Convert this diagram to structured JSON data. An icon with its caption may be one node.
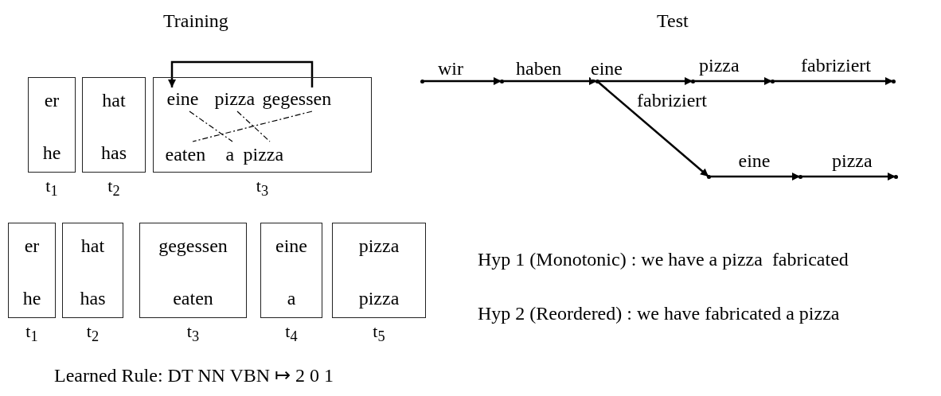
{
  "diagram": {
    "nodes": [
      {
        "text": [
          "er",
          "he"
        ],
        "beside": [
          "t$_{1}$"
        ]
      },
      {
        "text": [
          "hat",
          "has"
        ],
        "beside": [
          "t$_{2}$"
        ]
      },
      {
        "text": [],
        "shape": "box",
        "beside": [
          "t$_{3}$"
        ]
      },
      {
        "text": [
          "eine"
        ],
        "in": 2
      },
      {
        "text": [
          "pizza"
        ],
        "in": 2
      },
      {
        "text": [
          "gegessen"
        ],
        "in": 2
      },
      {
        "text": [
          "eaten"
        ],
        "in": 2
      },
      {
        "text": [
          "a"
        ],
        "in": 2
      },
      {
        "text": [
          "pizza"
        ],
        "in": 2
      },
      {
        "text": [
          "er",
          "he"
        ],
        "beside": [
          "t$_{1}$"
        ]
      },
      {
        "text": [
          "hat",
          "has"
        ],
        "beside": [
          "t$_{2}$"
        ]
      },
      {
        "text": [
          "gegessen",
          "eaten"
        ],
        "beside": [
          "t$_{3}$"
        ]
      },
      {
        "text": [
          "eine",
          "a"
        ],
        "beside": [
          "t$_{4}$"
        ]
      },
      {
        "text": [
          "pizza",
          "pizza"
        ],
        "beside": [
          "t$_{5}$"
        ]
      },
      {
        "text": [],
        "shape": "point"
      },
      {
        "text": [],
        "shape": "point"
      },
      {
        "text": [],
        "shape": "point"
      },
      {
        "text": [],
        "shape": "point"
      },
      {
        "text": [],
        "shape": "point"
      },
      {
        "text": [],
        "shape": "point"
      },
      {
        "text": [],
        "shape": "point"
      },
      {
        "text": [],
        "shape": "point"
      },
      {
        "text": [],
        "shape": "point"
      }
    ],
    "edges": [
      {
        "from": 5,
        "to": 3,
        "arrow": "to"
      },
      {
        "from": 3,
        "to": 7,
        "arrow": "none",
        "style": "dashed"
      },
      {
        "from": 4,
        "to": 8,
        "arrow": "none",
        "style": "dashed"
      },
      {
        "from": 5,
        "to": 6,
        "arrow": "none",
        "style": "dashed"
      },
      {
        "from": 14,
        "to": 15,
        "arrow": "to",
        "label": "wir"
      },
      {
        "from": 15,
        "to": 16,
        "arrow": "to",
        "label": "haben"
      },
      {
        "from": 16,
        "to": 17,
        "arrow": "to",
        "label": "eine"
      },
      {
        "from": 17,
        "to": 18,
        "arrow": "to",
        "label": "pizza"
      },
      {
        "from": 18,
        "to": 19,
        "arrow": "to",
        "label": "fabriziert"
      },
      {
        "from": 16,
        "to": 20,
        "arrow": "to",
        "label": "fabriziert"
      },
      {
        "from": 20,
        "to": 21,
        "arrow": "to",
        "label": "eine"
      },
      {
        "from": 21,
        "to": 22,
        "arrow": "to",
        "label": "pizza"
      }
    ],
    "labels": [
      "Training",
      "Test",
      "Hyp 1 (Monotonic) : we have a pizza  fabricated",
      "Hyp 2 (Reordered) : we have fabricated a pizza",
      "Learned Rule: DT NN VBN ↦ 2 0 1"
    ]
  }
}
